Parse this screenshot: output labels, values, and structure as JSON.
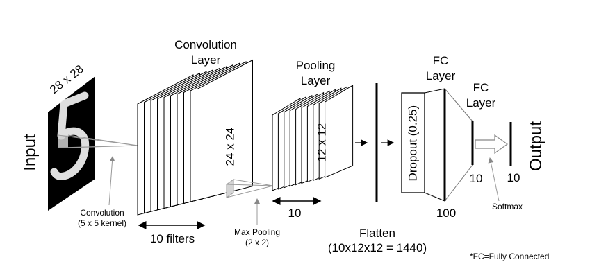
{
  "input": {
    "label": "Input",
    "size": "28 x 28",
    "digit": "5"
  },
  "conv": {
    "title_line1": "Convolution",
    "title_line2": "Layer",
    "size": "24 x 24",
    "filters": "10 filters",
    "kernel_line1": "Convolution",
    "kernel_line2": "(5 x 5 kernel)"
  },
  "pool": {
    "title_line1": "Pooling",
    "title_line2": "Layer",
    "size": "12 x 12",
    "depth": "10",
    "op_line1": "Max Pooling",
    "op_line2": "(2 x 2)"
  },
  "flatten": {
    "title": "Flatten",
    "formula": "(10x12x12 = 1440)"
  },
  "fc1": {
    "title_line1": "FC",
    "title_line2": "Layer",
    "dropout": "Dropout (0.25)",
    "units": "100"
  },
  "fc2": {
    "title_line1": "FC",
    "title_line2": "Layer",
    "units": "10"
  },
  "output": {
    "label": "Output",
    "units": "10",
    "activation": "Softmax"
  },
  "footnote": "*FC=Fully Connected",
  "colors": {
    "stroke": "#000000",
    "arrow_grey": "#888888",
    "image_bg": "#000000",
    "digit": "#ffffff",
    "sheet_fill": "#ffffff",
    "kernel_fill": "#d9d9d9"
  }
}
